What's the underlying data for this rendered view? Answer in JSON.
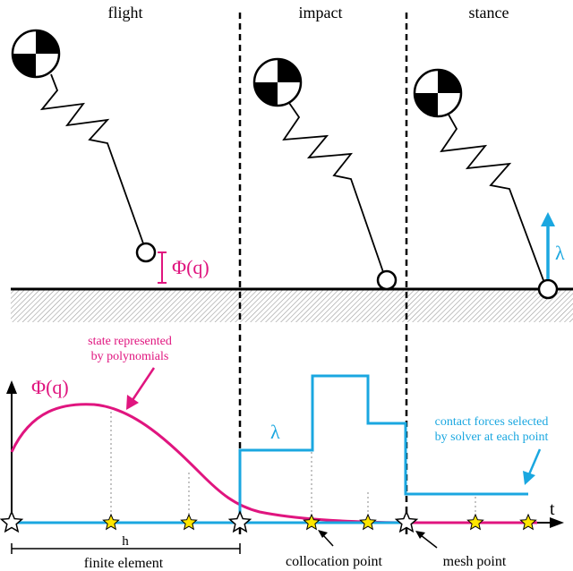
{
  "phases": {
    "flight": "flight",
    "impact": "impact",
    "stance": "stance"
  },
  "labels": {
    "phi_top": "Φ(q)",
    "lambda_top": "λ",
    "phi_plot": "Φ(q)",
    "lambda_plot": "λ",
    "time_axis": "t",
    "state_polynomials_line1": "state represented",
    "state_polynomials_line2": "by polynomials",
    "contact_forces_line1": "contact forces selected",
    "contact_forces_line2": "by solver at each point",
    "h": "h",
    "finite_element": "finite element",
    "collocation_point": "collocation point",
    "mesh_point": "mesh point"
  },
  "colors": {
    "magenta": "#e0157f",
    "cyan": "#1aa7e0",
    "black": "#000000",
    "yellow_star": "#ffe600"
  }
}
